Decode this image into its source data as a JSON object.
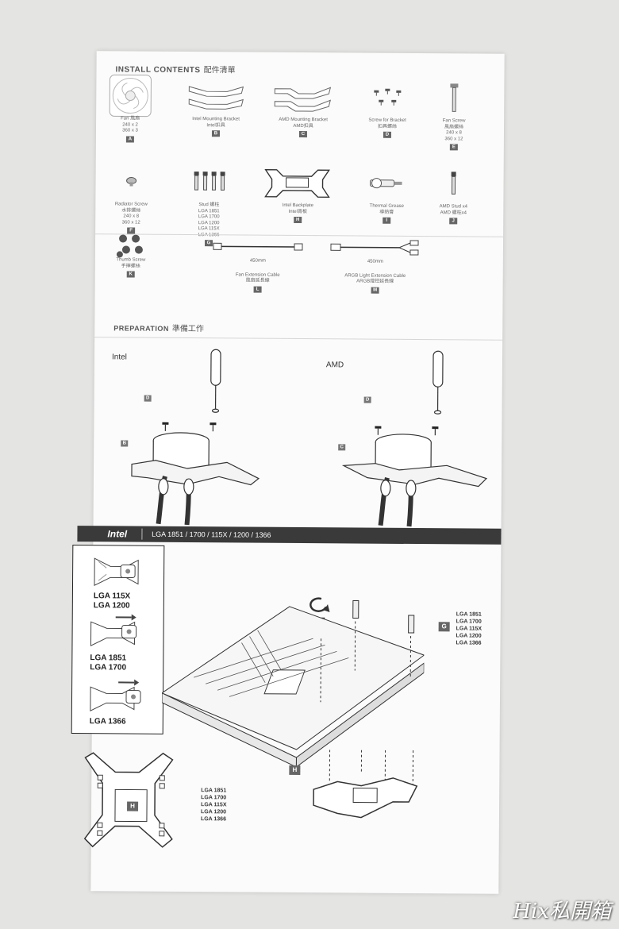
{
  "install_contents": {
    "title": "INSTALL CONTENTS",
    "title_cn": "配件清單",
    "items": [
      {
        "lines": [
          "Fan 風扇",
          "240 x 2",
          "360 x 3"
        ],
        "letter": "A",
        "icon": "fan-icon"
      },
      {
        "lines": [
          "Intel Mounting Bracket",
          "Intel扣具"
        ],
        "letter": "B",
        "icon": "intel-bracket-icon"
      },
      {
        "lines": [
          "AMD Mounting Bracket",
          "AMD扣具"
        ],
        "letter": "C",
        "icon": "amd-bracket-icon"
      },
      {
        "lines": [
          "Screw for Bracket",
          "扣具螺絲"
        ],
        "letter": "D",
        "icon": "bracket-screws-icon"
      },
      {
        "lines": [
          "Fan Screw",
          "風扇螺絲",
          "240 x 8",
          "360 x 12"
        ],
        "letter": "E",
        "icon": "fan-screw-icon"
      },
      {
        "lines": [
          "Radiator Screw",
          "水排螺絲",
          "240 x 8",
          "360 x 12"
        ],
        "letter": "F",
        "icon": "radiator-screw-icon"
      },
      {
        "lines": [
          "Stud 螺柱",
          "LGA 1851",
          "LGA 1700",
          "LGA 1200",
          "LGA 115X",
          "LGA 1366"
        ],
        "letter": "G",
        "icon": "stud-icon"
      },
      {
        "lines": [
          "Intel Backplate",
          "Intel背板"
        ],
        "letter": "H",
        "icon": "backplate-icon"
      },
      {
        "lines": [
          "Thermal Grease",
          "導熱膏"
        ],
        "letter": "I",
        "icon": "thermal-grease-icon"
      },
      {
        "lines": [
          "AMD Stud x4",
          "AMD 螺柱x4"
        ],
        "letter": "J",
        "icon": "amd-stud-icon"
      },
      {
        "lines": [
          "Thumb Screw",
          "手擰螺絲"
        ],
        "letter": "K",
        "icon": "thumb-screw-icon"
      },
      {
        "lines": [
          "Fan Extension Cable",
          "風扇延長線"
        ],
        "letter": "L",
        "icon": "fan-cable-icon",
        "length": "450mm"
      },
      {
        "lines": [
          "ARGB Light Extension Cable",
          "ARGB燈控延長線"
        ],
        "letter": "M",
        "icon": "argb-cable-icon",
        "length": "450mm"
      }
    ]
  },
  "preparation": {
    "title": "PREPARATION",
    "title_cn": "準備工作",
    "intel_label": "Intel",
    "amd_label": "AMD",
    "intel_tags": [
      "D",
      "B"
    ],
    "amd_tags": [
      "D",
      "C"
    ]
  },
  "intel_section": {
    "brand": "Intel",
    "sockets": "LGA 1851 / 1700 / 115X / 1200 / 1366",
    "box_groups": [
      [
        "LGA 115X",
        "LGA 1200"
      ],
      [
        "LGA 1851",
        "LGA 1700"
      ],
      [
        "LGA 1366"
      ]
    ],
    "stud_tag": "G",
    "stud_lines": [
      "LGA 1851",
      "LGA 1700",
      "LGA 115X",
      "LGA 1200",
      "LGA 1366"
    ],
    "backplate_tag": "H",
    "backplate_lines": [
      "LGA 1851",
      "LGA 1700",
      "LGA 115X",
      "LGA 1200",
      "LGA 1366"
    ]
  },
  "watermark": "Hix私開箱"
}
